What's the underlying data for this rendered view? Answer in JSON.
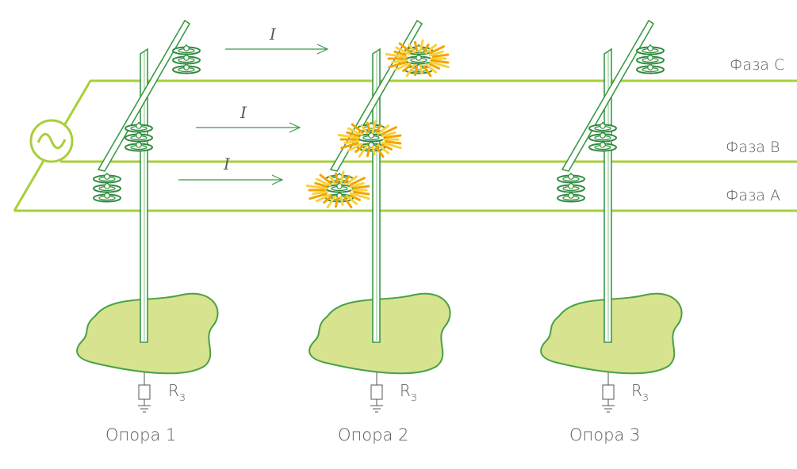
{
  "phases": [
    {
      "id": "C",
      "label": "Фаза C"
    },
    {
      "id": "B",
      "label": "Фаза B"
    },
    {
      "id": "A",
      "label": "Фаза A"
    }
  ],
  "current_label": "I",
  "towers": [
    {
      "label": "Опора 1",
      "resistance": "R",
      "resistance_sub": "З",
      "flashover": false
    },
    {
      "label": "Опора 2",
      "resistance": "R",
      "resistance_sub": "З",
      "flashover": true
    },
    {
      "label": "Опора 3",
      "resistance": "R",
      "resistance_sub": "З",
      "flashover": false
    }
  ],
  "colors": {
    "line": "#a8cf3a",
    "tower_outline": "#3a9a45",
    "ground_fill": "#d7e38e",
    "ground_stroke": "#4aa04a",
    "insulator": "#2f8a3c",
    "spark_outer": "#f5a300",
    "spark_inner": "#f7d23a",
    "text": "#5a5a5a"
  },
  "icons": {
    "source": "ac-source-icon",
    "ground": "ground-icon",
    "resistor": "resistor-icon"
  }
}
